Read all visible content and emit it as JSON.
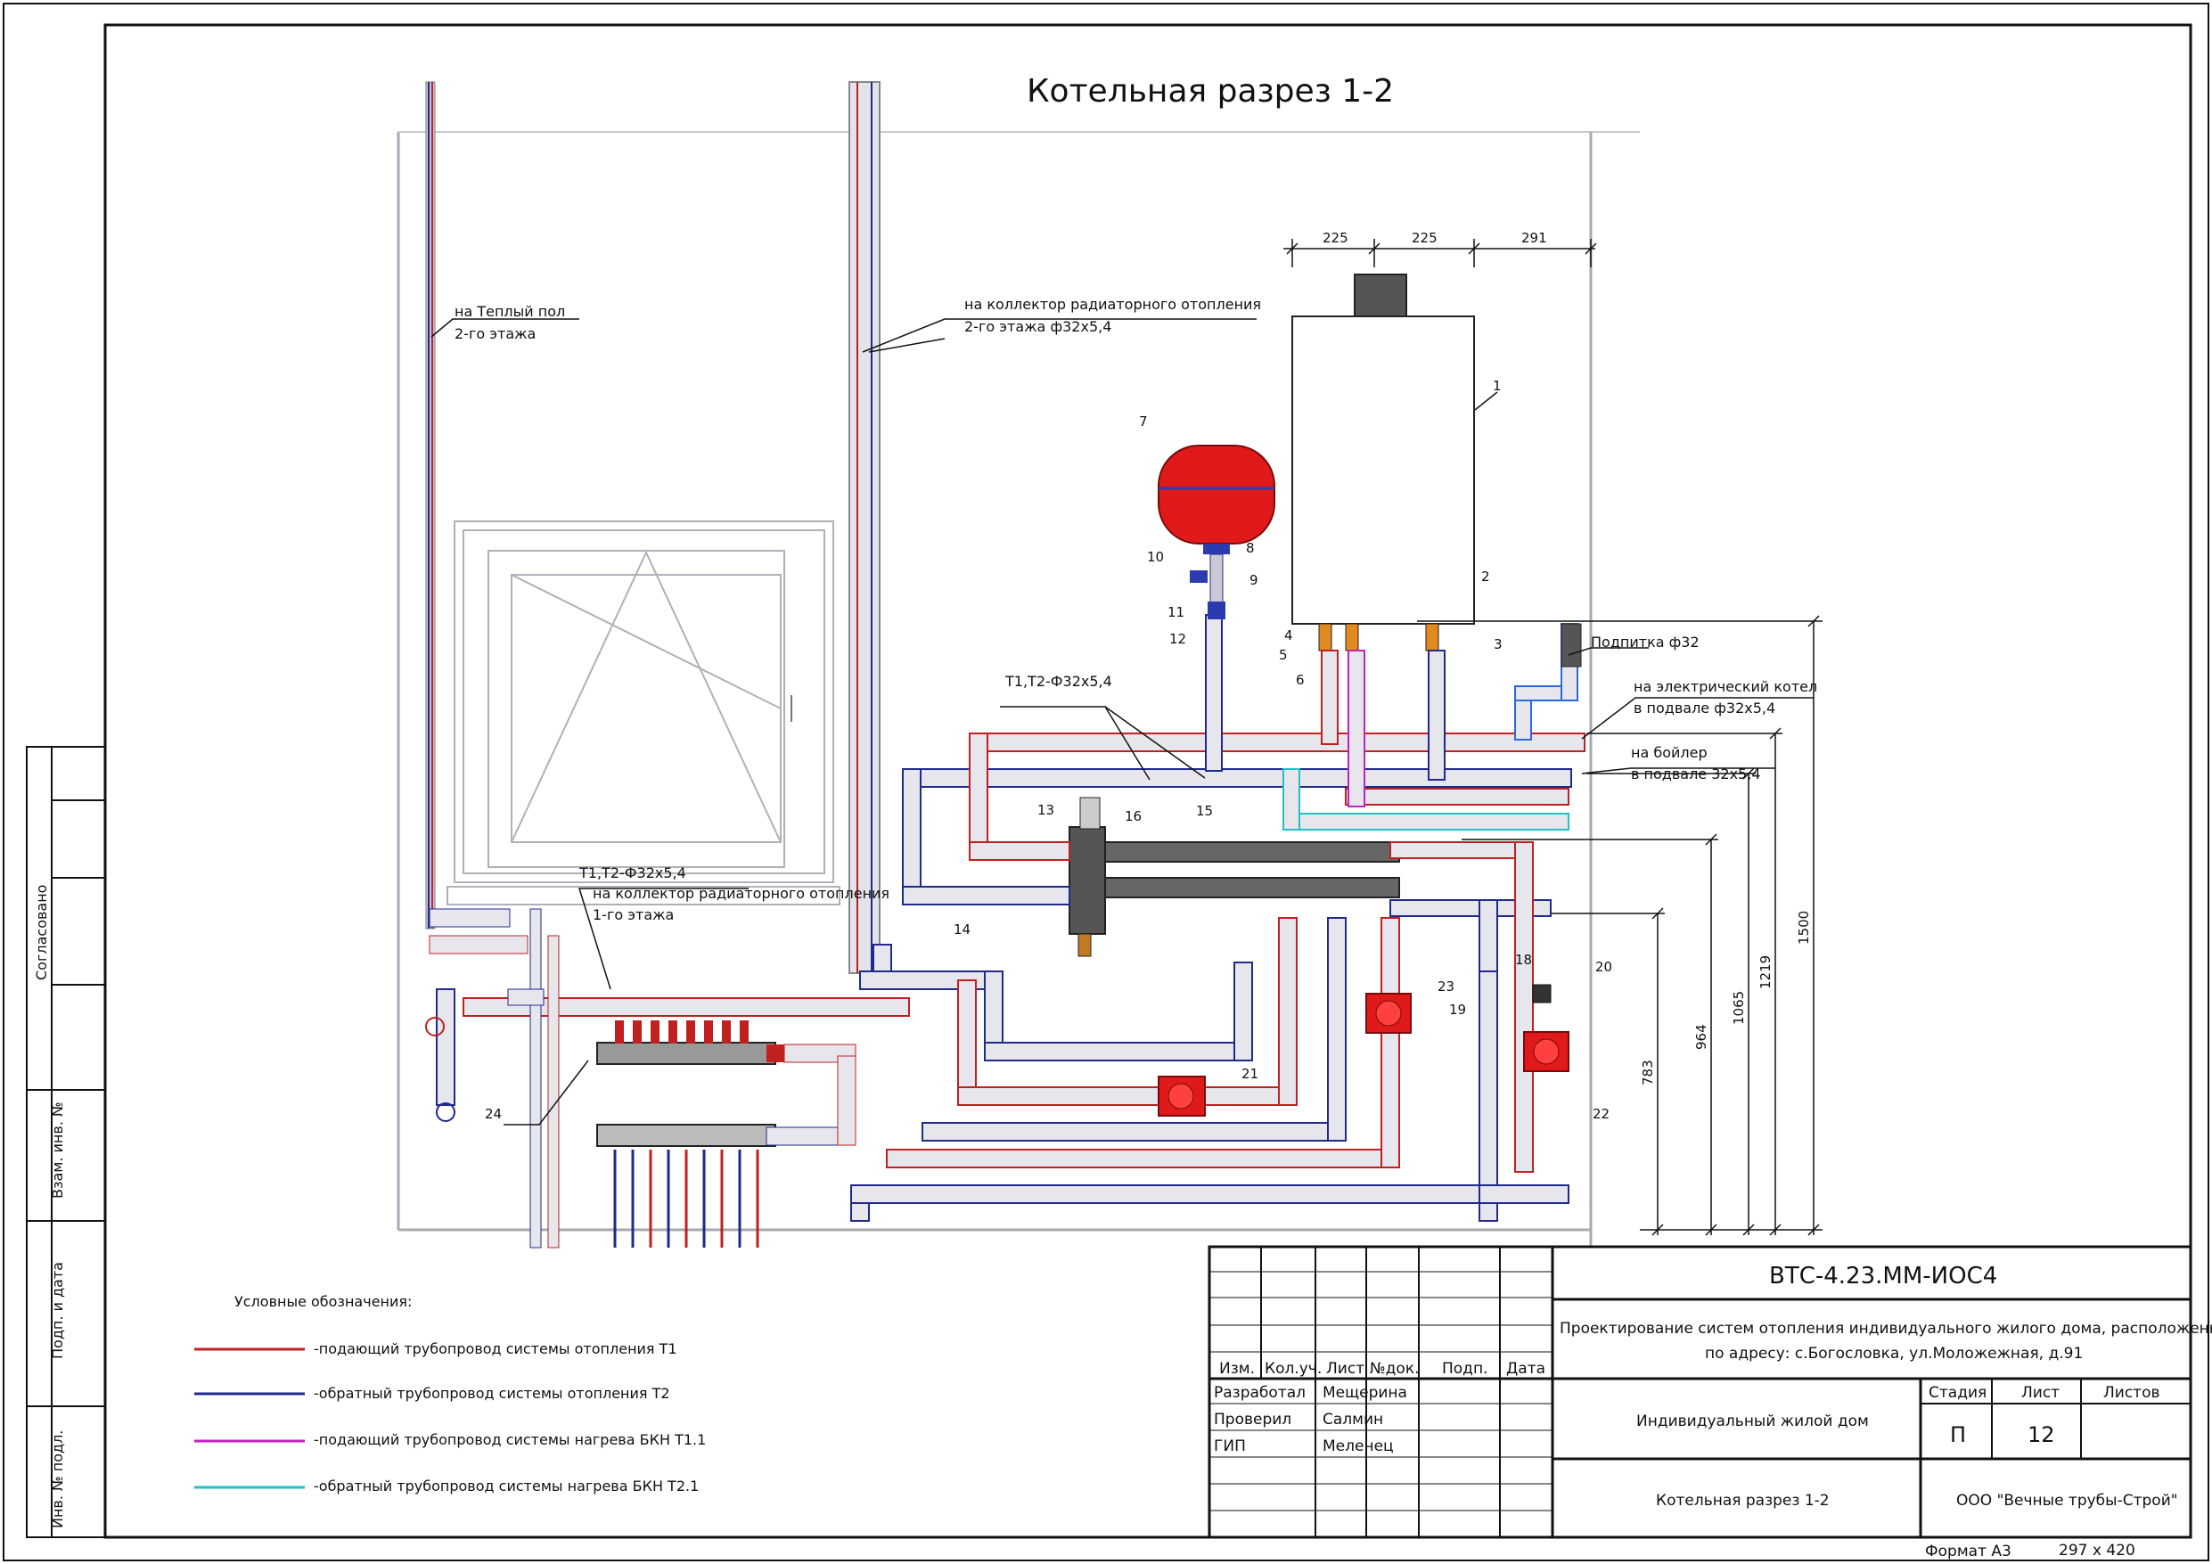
{
  "title": "Котельная разрез 1-2",
  "colors": {
    "supply": "#c0201f",
    "return": "#1f2a8c",
    "bkn_supply": "#c020c0",
    "bkn_return": "#20c0c8",
    "equipment_red": "#e01a1a",
    "pipe_gray": "#b9b9c4",
    "frame": "#111111"
  },
  "annotations": {
    "warm_floor": [
      "на Теплый пол",
      "2-го этажа"
    ],
    "rad_collector_2": [
      "на коллектор радиаторного отопления",
      "2-го этажа ф32х5,4"
    ],
    "t1t2_upper": "Т1,Т2-Ф32х5,4",
    "t1t2_lower": "Т1,Т2-Ф32х5,4",
    "rad_collector_1": [
      "на коллектор радиаторного отопления",
      "1-го этажа"
    ],
    "makeup": "Подпитка ф32",
    "electric_boiler": [
      "на электрический котел",
      "в подвале ф32х5,4"
    ],
    "water_heater": [
      "на бойлер",
      "в подвале 32х5,4"
    ]
  },
  "dimensions": {
    "top": [
      "225",
      "225",
      "291"
    ],
    "right": [
      "783",
      "964",
      "1065",
      "1219",
      "1500"
    ]
  },
  "callouts": [
    "1",
    "2",
    "3",
    "4",
    "5",
    "6",
    "7",
    "8",
    "9",
    "10",
    "11",
    "12",
    "13",
    "14",
    "15",
    "16",
    "18",
    "19",
    "20",
    "21",
    "22",
    "23",
    "24"
  ],
  "legend": {
    "title": "Условные обозначения:",
    "items": [
      {
        "color": "#c0201f",
        "text": "-подающий трубопровод системы отопления Т1"
      },
      {
        "color": "#1f2a8c",
        "text": "-обратный трубопровод системы отопления Т2"
      },
      {
        "color": "#c020c0",
        "text": "-подающий трубопровод системы нагрева БКН Т1.1"
      },
      {
        "color": "#20c0c8",
        "text": "-обратный трубопровод системы нагрева БКН Т2.1"
      }
    ]
  },
  "side_stamp": [
    "Согласовано",
    "Взам. инв. №",
    "Подп. и дата",
    "Инв. № подл."
  ],
  "title_block": {
    "code": "ВТС-4.23.ММ-ИОС4",
    "project": [
      "Проектирование систем отопления индивидуального жилого дома, расположенного",
      "по адресу: с.Богословка, ул.Моложежная, д.91"
    ],
    "headers": [
      "Изм.",
      "Кол.уч.",
      "Лист",
      "№док.",
      "Подп.",
      "Дата"
    ],
    "roles": [
      {
        "role": "Разработал",
        "name": "Мещерина"
      },
      {
        "role": "Проверил",
        "name": "Салмин"
      },
      {
        "role": "ГИП",
        "name": "Меленец"
      }
    ],
    "object": "Индивидуальный жилой дом",
    "stage_header": "Стадия",
    "sheet_header": "Лист",
    "sheets_header": "Листов",
    "stage": "П",
    "sheet": "12",
    "sheets": "",
    "drawing": "Котельная разрез 1-2",
    "company": "ООО \"Вечные трубы-Строй\"",
    "format": "Формат А3",
    "size": "297 х 420"
  }
}
